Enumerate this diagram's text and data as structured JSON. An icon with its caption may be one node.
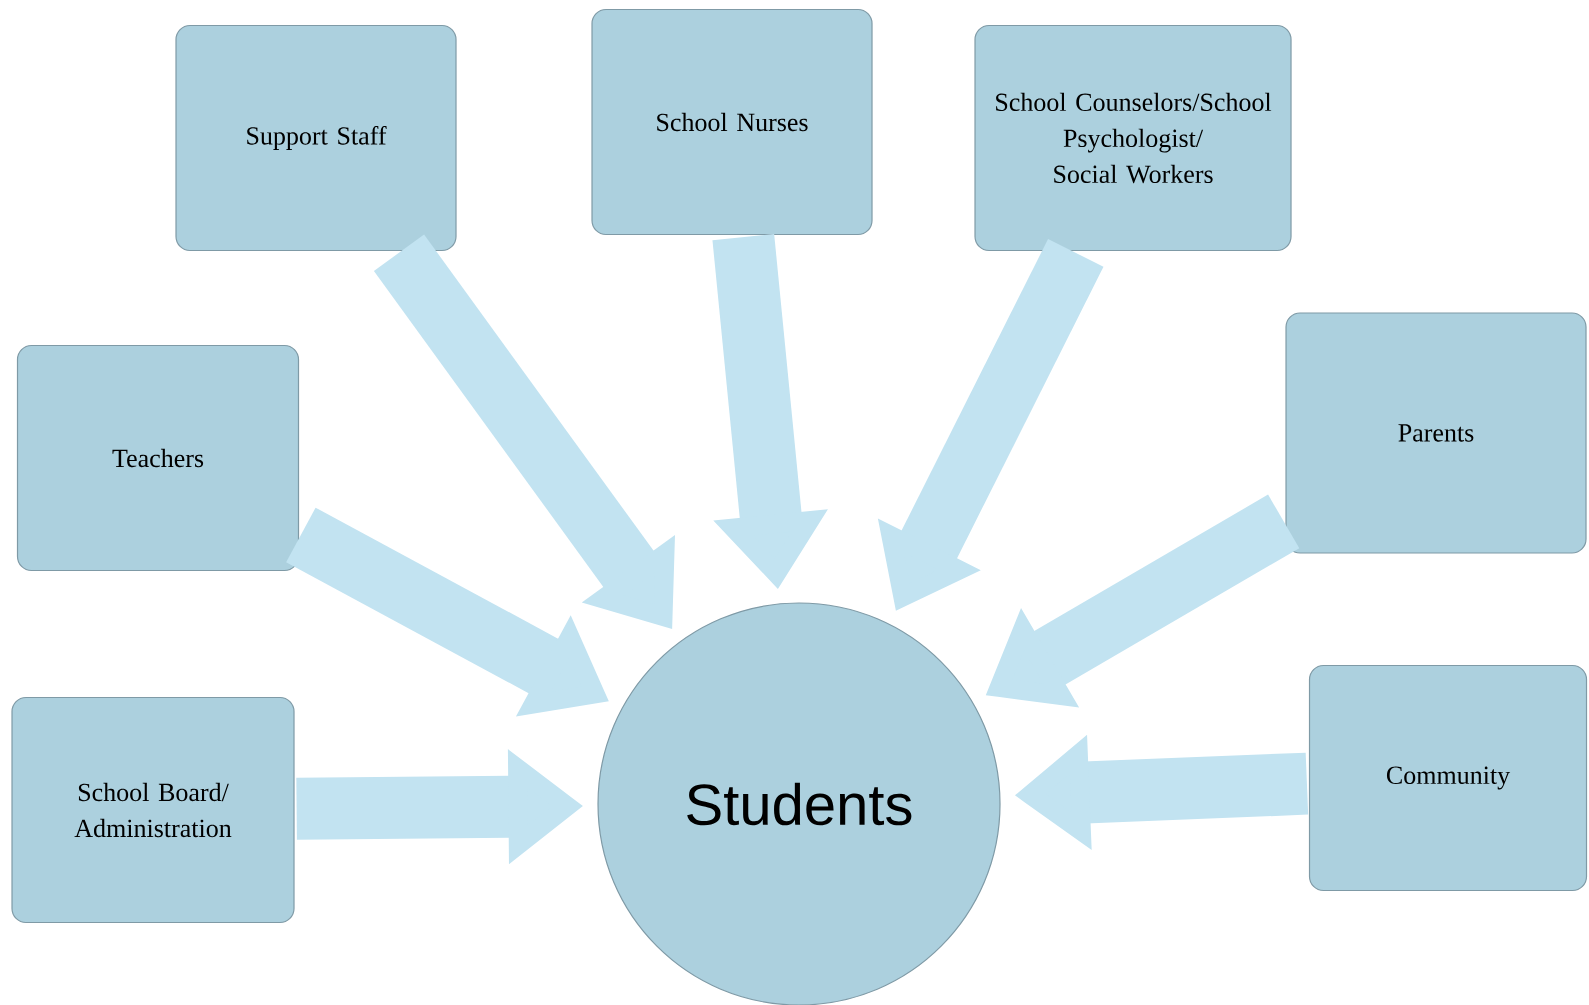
{
  "diagram": {
    "nodes": [
      {
        "text": [
          "Support Staff"
        ]
      },
      {
        "text": [
          "School Nurses"
        ]
      },
      {
        "text": [
          "School Counselors/School Psychologist/ Social Workers"
        ]
      },
      {
        "text": [
          "Teachers"
        ]
      },
      {
        "text": [
          "Parents"
        ]
      },
      {
        "text": [
          "School Board/ Administration"
        ]
      },
      {
        "text": [
          "Community"
        ]
      },
      {
        "text": [
          "Students"
        ]
      }
    ],
    "edges": [
      {
        "from": 0,
        "to": 7,
        "arrow": "to"
      },
      {
        "from": 1,
        "to": 7,
        "arrow": "to"
      },
      {
        "from": 2,
        "to": 7,
        "arrow": "to"
      },
      {
        "from": 3,
        "to": 7,
        "arrow": "to"
      },
      {
        "from": 4,
        "to": 7,
        "arrow": "to"
      },
      {
        "from": 5,
        "to": 7,
        "arrow": "to"
      },
      {
        "from": 6,
        "to": 7,
        "arrow": "to"
      }
    ]
  }
}
